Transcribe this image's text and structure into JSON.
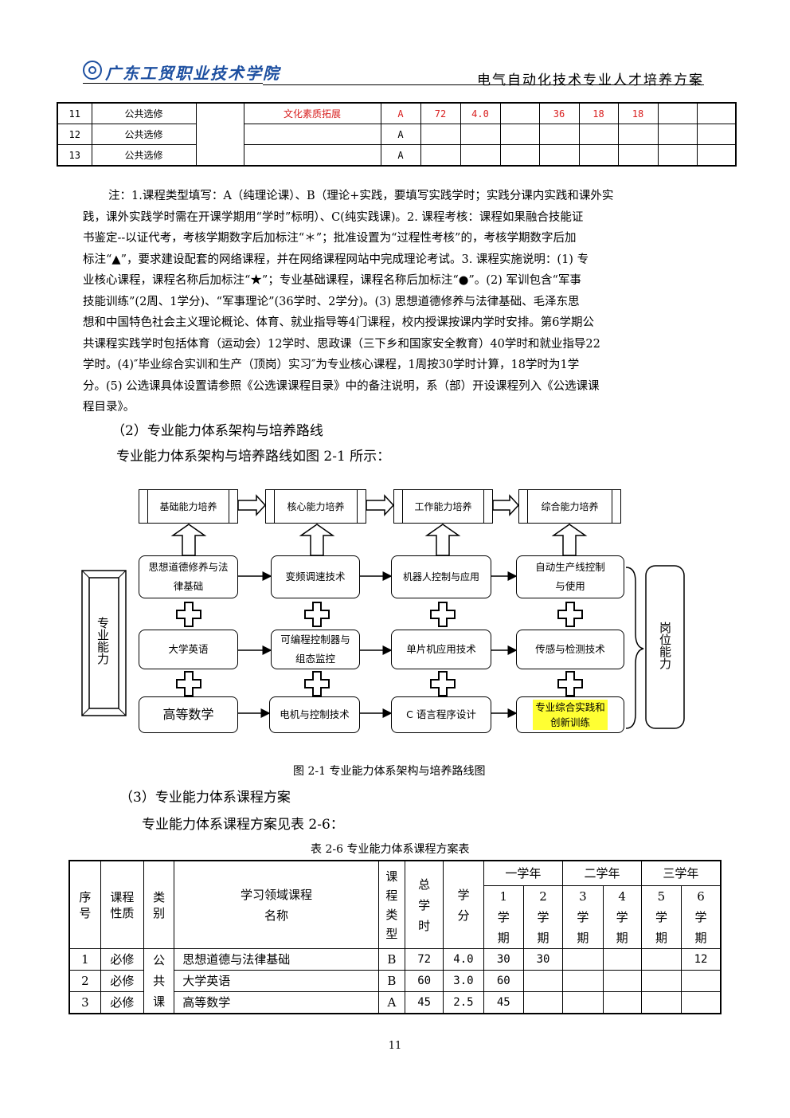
{
  "header": {
    "logo_text": "广东工贸职业技术学院",
    "doc_title": "电气自动化技术专业人才培养方案"
  },
  "table_top": {
    "rows": [
      {
        "no": "11",
        "type": "公共选修",
        "name": "文化素质拓展",
        "cls": "A",
        "hours": "72",
        "credit": "4.0",
        "s1": "",
        "s2": "36",
        "s3": "18",
        "s4": "18",
        "s5": "",
        "s6": ""
      },
      {
        "no": "12",
        "type": "公共选修",
        "name": "",
        "cls": "A",
        "hours": "",
        "credit": "",
        "s1": "",
        "s2": "",
        "s3": "",
        "s4": "",
        "s5": "",
        "s6": ""
      },
      {
        "no": "13",
        "type": "公共选修",
        "name": "",
        "cls": "A",
        "hours": "",
        "credit": "",
        "s1": "",
        "s2": "",
        "s3": "",
        "s4": "",
        "s5": "",
        "s6": ""
      }
    ]
  },
  "notes": {
    "line1": "注：1.课程类型填写：A（纯理论课）、B（理论+实践，要填写实践学时；实践分课内实践和课外实",
    "line2": "践，课外实践学时需在开课学期用“学时”标明）、C(纯实践课)。2. 课程考核：课程如果融合技能证",
    "line3": "书鉴定--以证代考，考核学期数字后加标注“＊”；批准设置为“过程性考核”的，考核学期数字后加",
    "line4": "标注“▲”，要求建设配套的网络课程，并在网络课程网站中完成理论考试。3. 课程实施说明：(1) 专",
    "line5": "业核心课程，课程名称后加标注“★”；专业基础课程，课程名称后加标注“●”。(2) 军训包含“军事",
    "line6": "技能训练”(2周、1学分)、“军事理论”(36学时、2学分)。(3) 思想道德修养与法律基础、毛泽东思",
    "line7": "想和中国特色社会主义理论概论、体育、就业指导等4门课程，校内授课按课内学时安排。第6学期公",
    "line8": "共课程实践学时包括体育（运动会）12学时、思政课（三下乡和国家安全教育）40学时和就业指导22",
    "line9": "学时。(4)″毕业综合实训和生产（顶岗）实习″为专业核心课程，1周按30学时计算，18学时为1学",
    "line10": "分。(5) 公选课具体设置请参照《公选课课程目录》中的备注说明，系（部）开设课程列入《公选课课",
    "line11": "程目录》。"
  },
  "sections": {
    "s2_title": "（2）专业能力体系架构与培养路线",
    "s2_text": "专业能力体系架构与培养路线如图 2-1 所示：",
    "fig_caption": "图 2-1 专业能力体系架构与培养路线图",
    "s3_title": "（3）专业能力体系课程方案",
    "s3_text": "专业能力体系课程方案见表 2-6：",
    "table_caption": "表 2-6 专业能力体系课程方案表"
  },
  "diagram": {
    "top": [
      "基础能力培养",
      "核心能力培养",
      "工作能力培养",
      "综合能力培养"
    ],
    "left_label": "专业能力",
    "right_label": "岗位能力",
    "rows": [
      [
        "思想道德修养与法律基础",
        "变频调速技术",
        "机器人控制与应用",
        "自动生产线控制与使用"
      ],
      [
        "大学英语",
        "可编程控制器与组态监控",
        "单片机应用技术",
        "传感与检测技术"
      ],
      [
        "高等数学",
        "电机与控制技术",
        "C 语言程序设计",
        "专业综合实践和创新训练"
      ]
    ]
  },
  "table_main": {
    "headers": {
      "no": "序号",
      "nature": "课程性质",
      "cat": "类别",
      "name": "学习领域课程名称",
      "type": "课程类型",
      "hours": "总学时",
      "credit": "学分",
      "y1": "一学年",
      "y2": "二学年",
      "y3": "三学年",
      "t1": "1学期",
      "t2": "2学期",
      "t3": "3学期",
      "t4": "4学期",
      "t5": "5学期",
      "t6": "6学期"
    },
    "category": "公共课",
    "rows": [
      {
        "no": "1",
        "nature": "必修",
        "name": "思想道德与法律基础",
        "type": "B",
        "hours": "72",
        "credit": "4.0",
        "s1": "30",
        "s2": "30",
        "s3": "",
        "s4": "",
        "s5": "",
        "s6": "12"
      },
      {
        "no": "2",
        "nature": "必修",
        "name": "大学英语",
        "type": "B",
        "hours": "60",
        "credit": "3.0",
        "s1": "60",
        "s2": "",
        "s3": "",
        "s4": "",
        "s5": "",
        "s6": ""
      },
      {
        "no": "3",
        "nature": "必修",
        "name": "高等数学",
        "type": "A",
        "hours": "45",
        "credit": "2.5",
        "s1": "45",
        "s2": "",
        "s3": "",
        "s4": "",
        "s5": "",
        "s6": ""
      }
    ]
  },
  "page_number": "11"
}
